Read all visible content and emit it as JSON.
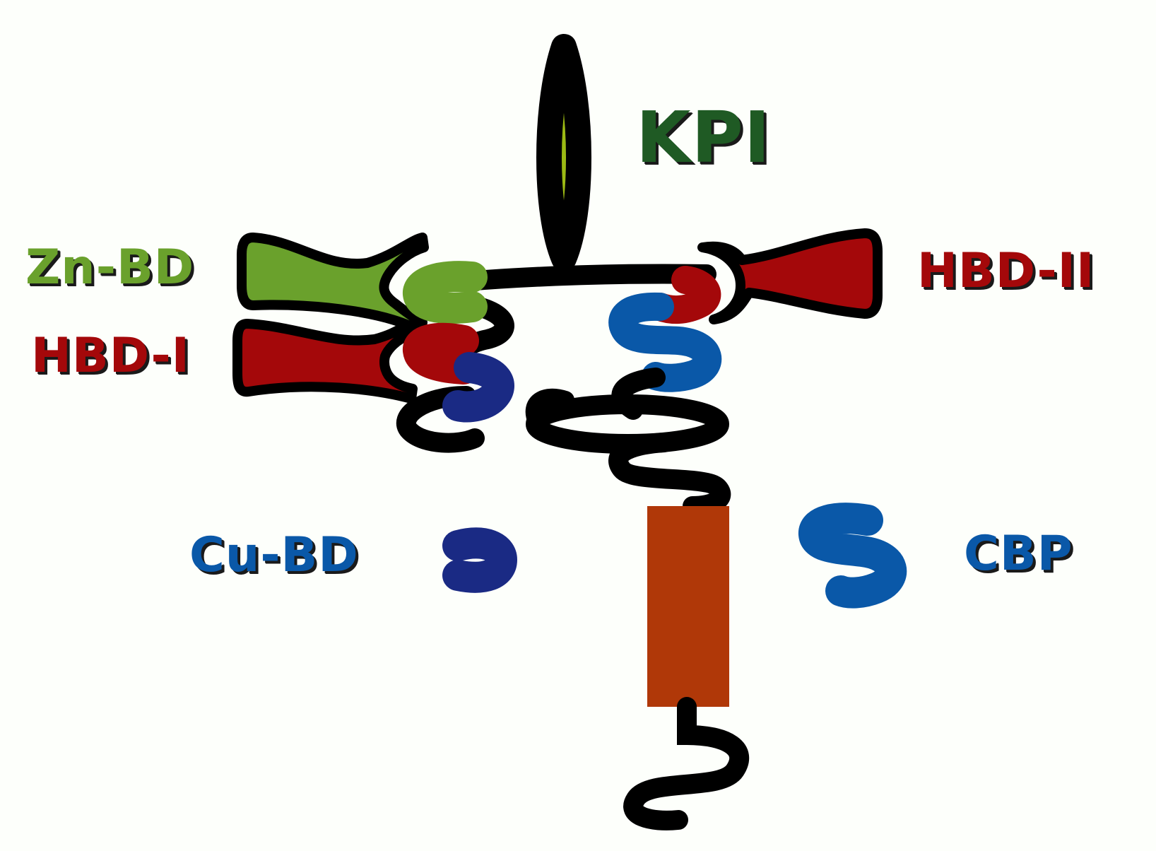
{
  "labels": {
    "kpi": "KPI",
    "zn_bd": "Zn-BD",
    "hbd_i": "HBD-I",
    "hbd_ii": "HBD-II",
    "cu_bd": "Cu-BD",
    "cbp": "CBP"
  },
  "colors": {
    "background": "#fdfffb",
    "outline": "#000000",
    "kpi_fill": "#9cba14",
    "kpi_label": "#1f5a24",
    "zn_fill": "#6aa12c",
    "zn_label": "#6aa12c",
    "hbd_fill": "#a4080a",
    "hbd_label": "#a4080a",
    "cu_fill": "#1a2a84",
    "cu_label": "#0a58a8",
    "cbp_fill": "#0a58a8",
    "cbp_label": "#0a58a8",
    "transmembrane_fill": "#b03808"
  }
}
